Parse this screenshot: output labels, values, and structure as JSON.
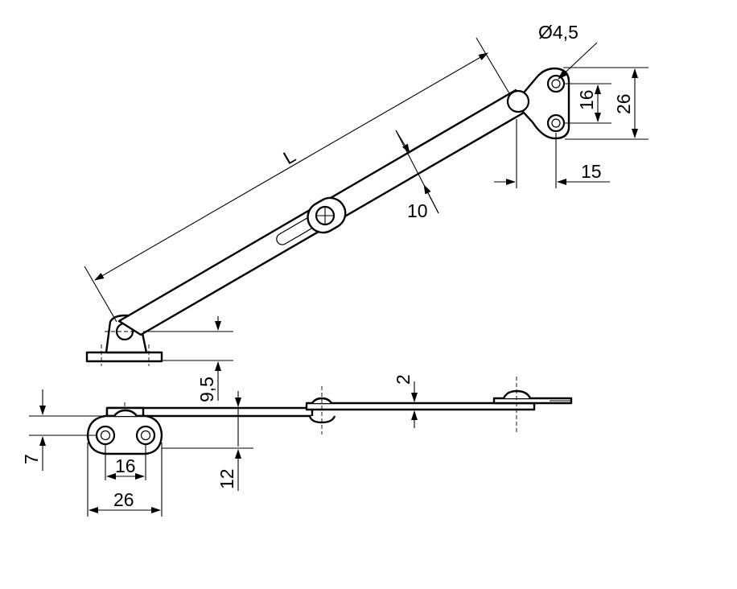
{
  "dimensions": {
    "hole_diameter": "Ø4,5",
    "length": "L",
    "arm_width": "10",
    "top_hole_spacing": "16",
    "top_plate_height": "26",
    "top_offset": "15",
    "base_height": "9,5",
    "plate_thickness": "2",
    "side_offset": "7",
    "bottom_hole_spacing": "16",
    "bottom_plate_width": "26",
    "side_height": "12"
  },
  "colors": {
    "line": "#000000",
    "background": "#ffffff"
  }
}
